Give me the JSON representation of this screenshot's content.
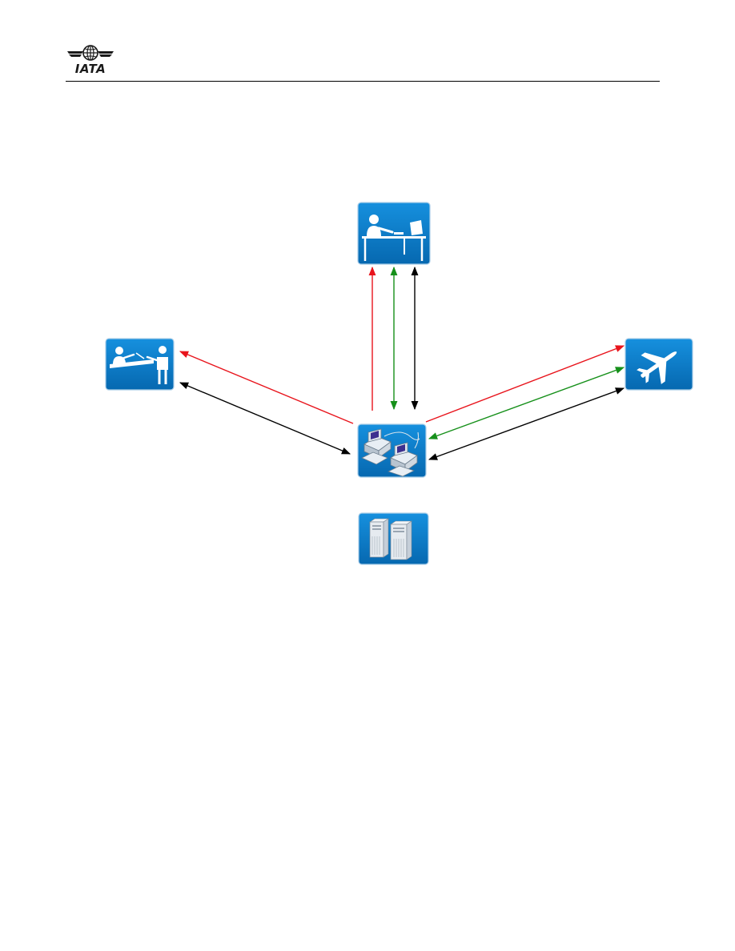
{
  "header": {
    "logo_text": "IATA",
    "logo_icon": "iata-globe-wings-logo"
  },
  "diagram": {
    "nodes": [
      {
        "id": "office",
        "icon": "office-worker-at-desk-icon"
      },
      {
        "id": "travel-agent",
        "icon": "agent-counter-customer-icon"
      },
      {
        "id": "airline",
        "icon": "airplane-icon"
      },
      {
        "id": "hub",
        "icon": "networked-computers-icon"
      },
      {
        "id": "servers",
        "icon": "server-towers-icon"
      }
    ],
    "connections": [
      {
        "from": "hub",
        "to": "office",
        "color": "#e8141c",
        "direction": "one-way"
      },
      {
        "from": "hub",
        "to": "office",
        "color": "#16901a",
        "direction": "two-way"
      },
      {
        "from": "hub",
        "to": "office",
        "color": "#000000",
        "direction": "two-way"
      },
      {
        "from": "hub",
        "to": "travel-agent",
        "color": "#e8141c",
        "direction": "one-way"
      },
      {
        "from": "hub",
        "to": "travel-agent",
        "color": "#000000",
        "direction": "two-way"
      },
      {
        "from": "hub",
        "to": "airline",
        "color": "#e8141c",
        "direction": "one-way"
      },
      {
        "from": "hub",
        "to": "airline",
        "color": "#16901a",
        "direction": "two-way"
      },
      {
        "from": "hub",
        "to": "airline",
        "color": "#000000",
        "direction": "two-way"
      }
    ],
    "colors": {
      "tile_blue": "#0a7cc8",
      "red": "#e8141c",
      "green": "#16901a",
      "black": "#000000"
    }
  }
}
